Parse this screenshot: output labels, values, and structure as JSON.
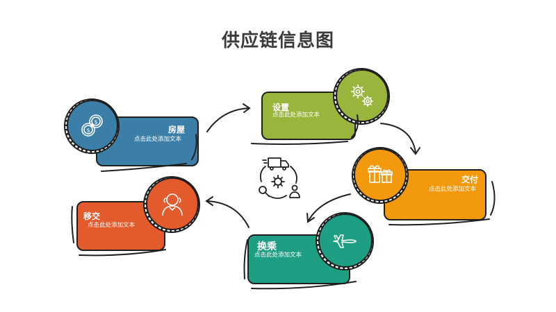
{
  "title": "供应链信息图",
  "colors": {
    "blue": "#3B7FA8",
    "green": "#9AB53B",
    "orange": "#F2990E",
    "teal": "#1E9E82",
    "red": "#E35A2C"
  },
  "steps": [
    {
      "label": "房屋",
      "desc": "点击此处添加文本",
      "icon": "coins-icon"
    },
    {
      "label": "设置",
      "desc": "点击此处添加文本",
      "icon": "gears-icon"
    },
    {
      "label": "交付",
      "desc": "点击此处添加文本",
      "icon": "gift-icon"
    },
    {
      "label": "换乘",
      "desc": "点击此处添加文本",
      "icon": "airplane-icon"
    },
    {
      "label": "移交",
      "desc": "点击此处添加文本",
      "icon": "person-icon"
    }
  ],
  "center_icon": "supply-chain-cycle-icon"
}
